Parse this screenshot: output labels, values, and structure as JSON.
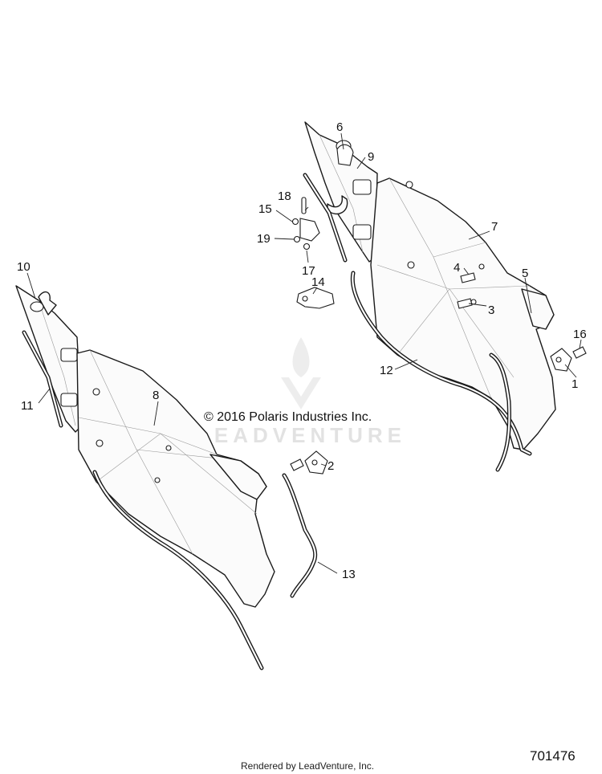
{
  "copyright": "© 2016 Polaris Industries Inc.",
  "watermark": "LEADVENTURE",
  "footer": "Rendered by LeadVenture, Inc.",
  "diagram_id": "701476",
  "callouts": {
    "c1": "1",
    "c2": "2",
    "c3": "3",
    "c4": "4",
    "c5": "5",
    "c6": "6",
    "c7": "7",
    "c8": "8",
    "c9": "9",
    "c10": "10",
    "c11": "11",
    "c12": "12",
    "c13": "13",
    "c14": "14",
    "c15": "15",
    "c16": "16",
    "c17": "17",
    "c18": "18",
    "c19": "19"
  }
}
